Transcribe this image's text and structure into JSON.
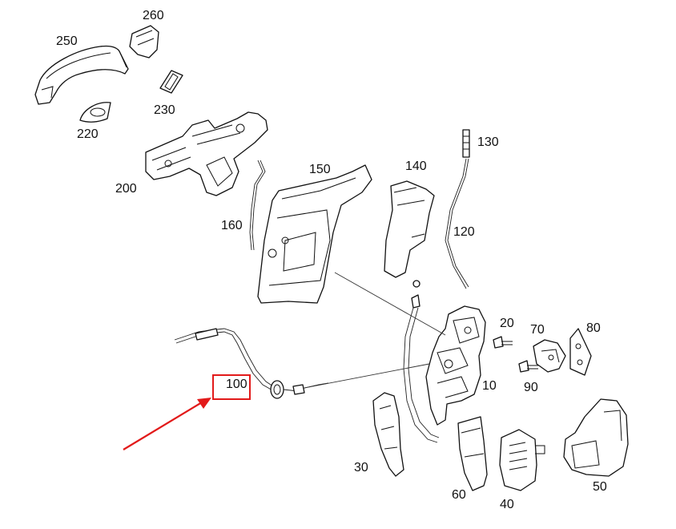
{
  "labels": {
    "p250": "250",
    "p260": "260",
    "p230": "230",
    "p220": "220",
    "p200": "200",
    "p160": "160",
    "p150": "150",
    "p140": "140",
    "p130": "130",
    "p120": "120",
    "p100": "100",
    "p20": "20",
    "p70": "70",
    "p80": "80",
    "p90": "90",
    "p10": "10",
    "p30": "30",
    "p60": "60",
    "p40": "40",
    "p50": "50"
  },
  "highlight": {
    "part_number": "100",
    "color": "#e21a1a"
  }
}
